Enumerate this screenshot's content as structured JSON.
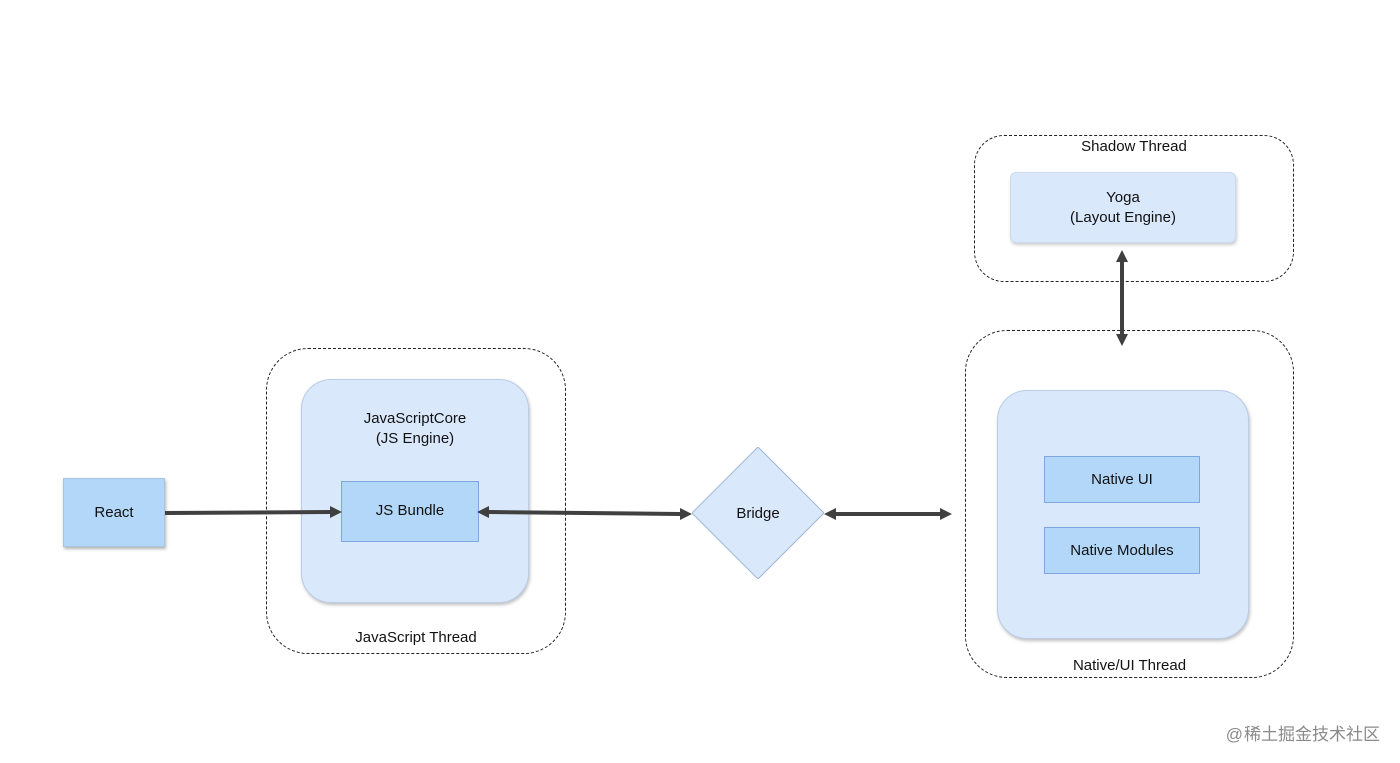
{
  "nodes": {
    "react": {
      "label": "React"
    },
    "js_bundle": {
      "label": "JS Bundle"
    },
    "javascriptcore": {
      "line1": "JavaScriptCore",
      "line2": "(JS Engine)"
    },
    "bridge": {
      "label": "Bridge"
    },
    "yoga": {
      "line1": "Yoga",
      "line2": "(Layout Engine)"
    },
    "native_ui": {
      "label": "Native UI"
    },
    "native_modules": {
      "label": "Native Modules"
    }
  },
  "containers": {
    "javascript_thread": {
      "label": "JavaScript Thread"
    },
    "shadow_thread": {
      "label": "Shadow Thread"
    },
    "native_ui_thread": {
      "label": "Native/UI Thread"
    }
  },
  "edges": [
    {
      "from": "React",
      "to": "JS Bundle",
      "direction": "forward"
    },
    {
      "from": "JS Bundle",
      "to": "Bridge",
      "direction": "both"
    },
    {
      "from": "Bridge",
      "to": "Native/UI Thread",
      "direction": "both"
    },
    {
      "from": "Yoga",
      "to": "Native/UI Thread",
      "direction": "both"
    }
  ],
  "watermark": {
    "at": "@",
    "text": "稀土掘金技术社区"
  },
  "colors": {
    "panel_fill": "#dae8fc",
    "box_fill": "#b3d7f8",
    "box_border": "#7ea6e0",
    "arrow": "#404040",
    "dashed_border": "#222222"
  }
}
